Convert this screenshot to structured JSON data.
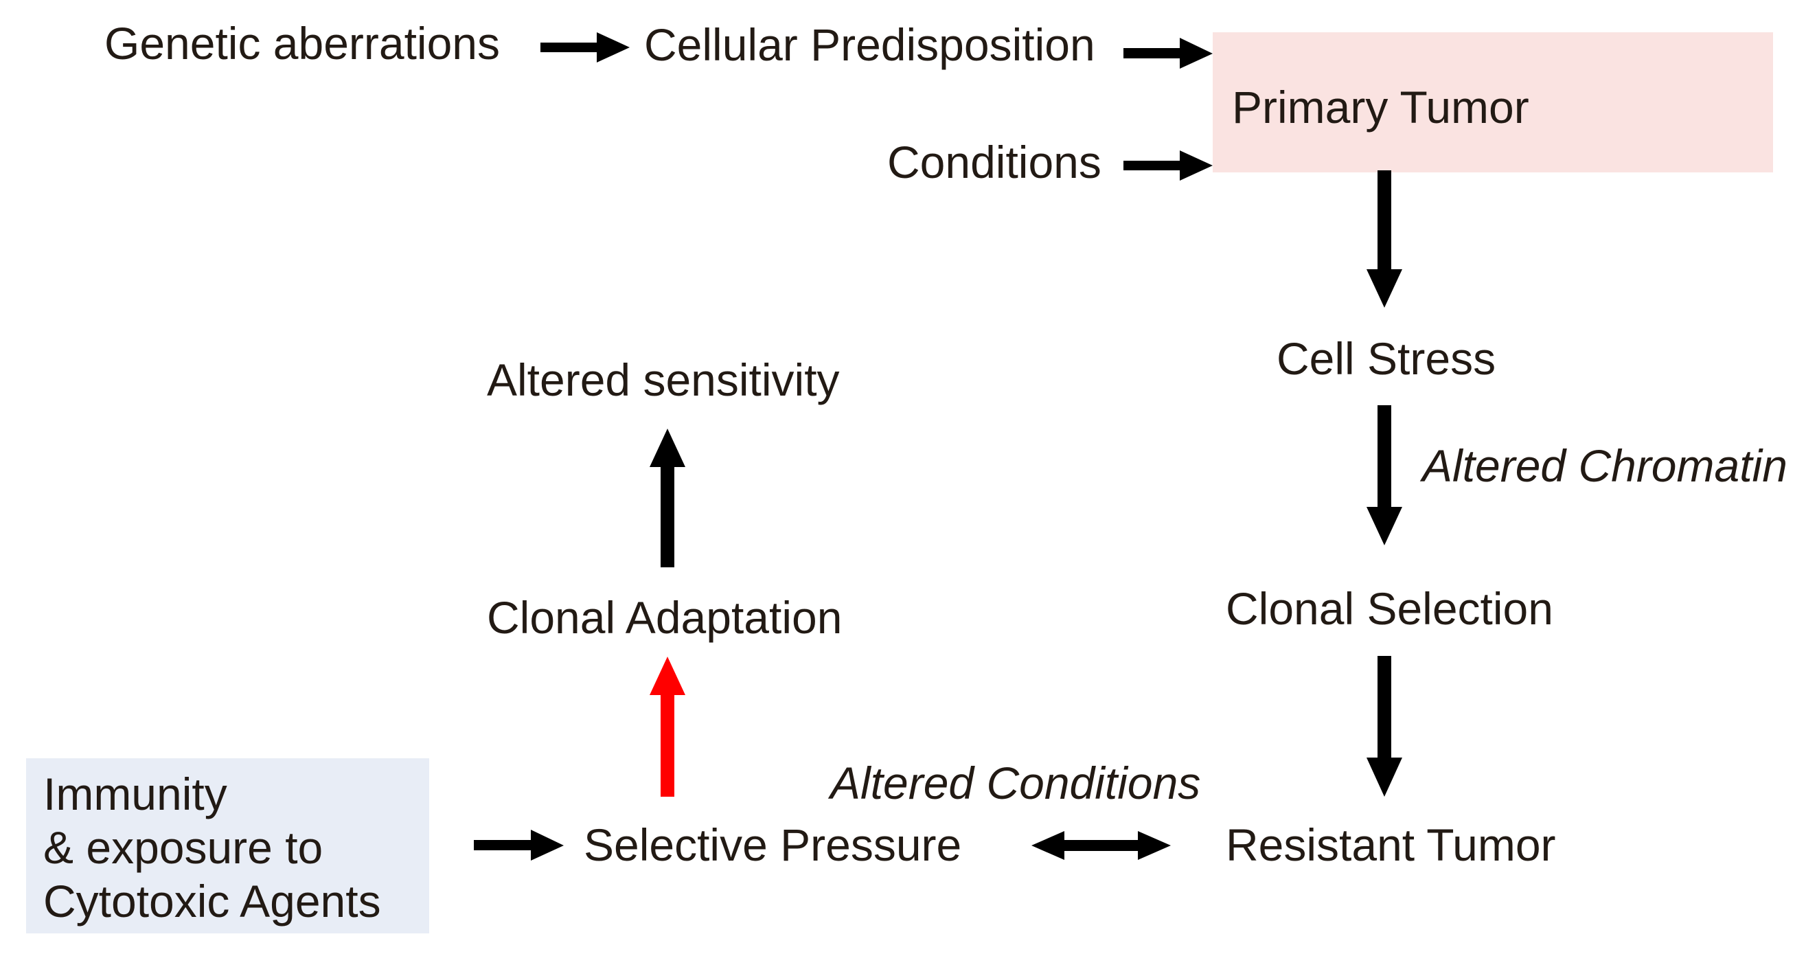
{
  "colors": {
    "text": "#221a14",
    "arrow": "#000000",
    "highlight_arrow": "#ff0000",
    "primary_box_fill": "#fae3e1",
    "agents_box_fill": "#e8edf6"
  },
  "nodes": {
    "genetic_aberrations": "Genetic aberrations",
    "cellular_predisposition": "Cellular Predisposition",
    "conditions": "Conditions",
    "primary_tumor": "Primary Tumor",
    "cell_stress": "Cell Stress",
    "clonal_selection": "Clonal Selection",
    "resistant_tumor": "Resistant Tumor",
    "selective_pressure": "Selective Pressure",
    "clonal_adaptation": "Clonal Adaptation",
    "altered_sensitivity": "Altered sensitivity",
    "immunity_agents": "Immunity\n& exposure to\nCytotoxic Agents"
  },
  "edge_labels": {
    "altered_chromatin": "Altered Chromatin",
    "altered_conditions": "Altered Conditions"
  },
  "edges": [
    {
      "from": "genetic_aberrations",
      "to": "cellular_predisposition",
      "style": "solid"
    },
    {
      "from": "cellular_predisposition",
      "to": "primary_tumor",
      "style": "solid"
    },
    {
      "from": "conditions",
      "to": "primary_tumor",
      "style": "solid"
    },
    {
      "from": "primary_tumor",
      "to": "cell_stress",
      "style": "solid"
    },
    {
      "from": "cell_stress",
      "to": "clonal_selection",
      "style": "solid"
    },
    {
      "from": "clonal_selection",
      "to": "resistant_tumor",
      "style": "solid"
    },
    {
      "from": "selective_pressure",
      "to": "resistant_tumor",
      "style": "bidirectional"
    },
    {
      "from": "immunity_agents",
      "to": "selective_pressure",
      "style": "solid"
    },
    {
      "from": "selective_pressure",
      "to": "clonal_adaptation",
      "style": "highlight"
    },
    {
      "from": "clonal_adaptation",
      "to": "altered_sensitivity",
      "style": "solid"
    }
  ]
}
